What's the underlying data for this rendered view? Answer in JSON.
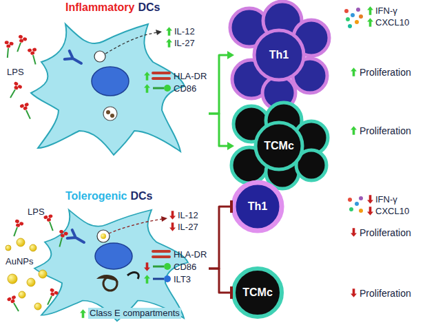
{
  "diagram": {
    "nodes": [
      {
        "text": [
          "Inflammatory",
          "DCs"
        ]
      },
      {
        "text": [
          "Th1"
        ]
      },
      {
        "text": [
          "TCMc"
        ]
      },
      {
        "text": [
          "Tolerogenic",
          "DCs"
        ]
      },
      {
        "text": [
          "Th1"
        ]
      },
      {
        "text": [
          "TCMc"
        ]
      }
    ],
    "edges": [
      {
        "from": 0,
        "to": 1,
        "arrow": "to"
      },
      {
        "from": 0,
        "to": 2,
        "arrow": "to"
      },
      {
        "from": 3,
        "to": 4,
        "arrow": "to"
      },
      {
        "from": 3,
        "to": 5,
        "arrow": "to"
      }
    ],
    "labels": [
      "IL-12",
      "IL-27",
      "HLA-DR",
      "CD86",
      "LPS",
      "IFN-γ",
      "CXCL10",
      "Proliferation",
      "Proliferation",
      "LPS",
      "AuNPs",
      "IL-12",
      "IL-27",
      "HLA-DR",
      "CD86",
      "ILT3",
      "Class E compartments",
      "IFN-γ",
      "CXCL10",
      "Proliferation",
      "Proliferation"
    ]
  }
}
